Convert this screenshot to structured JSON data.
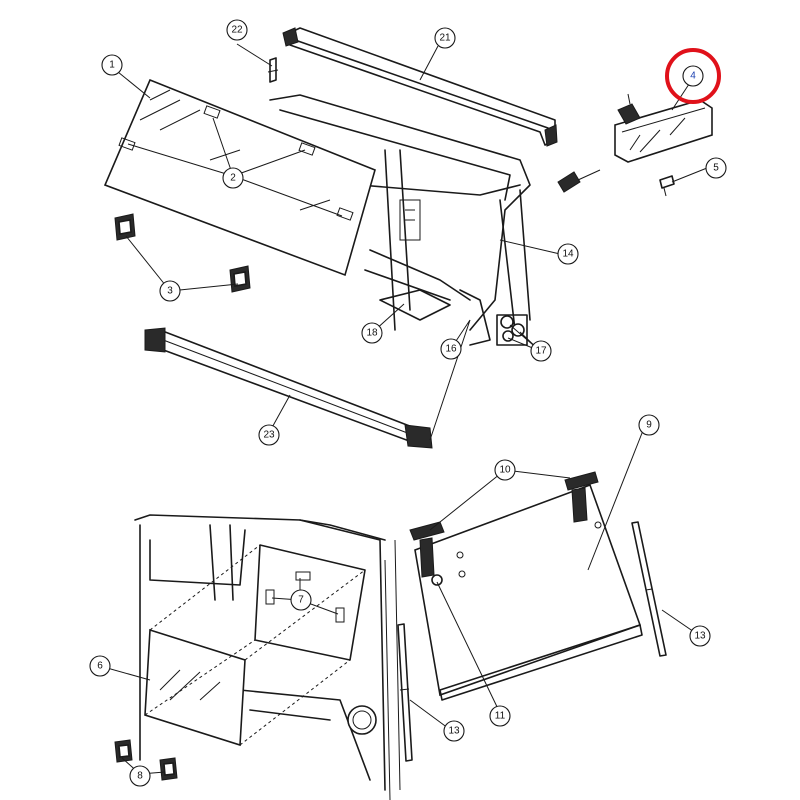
{
  "callouts": [
    {
      "id": "c1",
      "label": "1"
    },
    {
      "id": "c2",
      "label": "2"
    },
    {
      "id": "c3",
      "label": "3"
    },
    {
      "id": "c4",
      "label": "4",
      "highlighted": true
    },
    {
      "id": "c5",
      "label": "5"
    },
    {
      "id": "c6",
      "label": "6"
    },
    {
      "id": "c7",
      "label": "7"
    },
    {
      "id": "c8",
      "label": "8"
    },
    {
      "id": "c9",
      "label": "9"
    },
    {
      "id": "c10",
      "label": "10"
    },
    {
      "id": "c11",
      "label": "11"
    },
    {
      "id": "c13a",
      "label": "13"
    },
    {
      "id": "c13b",
      "label": "13"
    },
    {
      "id": "c14",
      "label": "14"
    },
    {
      "id": "c16",
      "label": "16"
    },
    {
      "id": "c17",
      "label": "17"
    },
    {
      "id": "c18",
      "label": "18"
    },
    {
      "id": "c21",
      "label": "21"
    },
    {
      "id": "c22",
      "label": "22"
    },
    {
      "id": "c23",
      "label": "23"
    }
  ],
  "colors": {
    "highlight_ring": "#e0111a",
    "highlight_text": "#1a3fb0",
    "line": "#1a1a1a"
  }
}
